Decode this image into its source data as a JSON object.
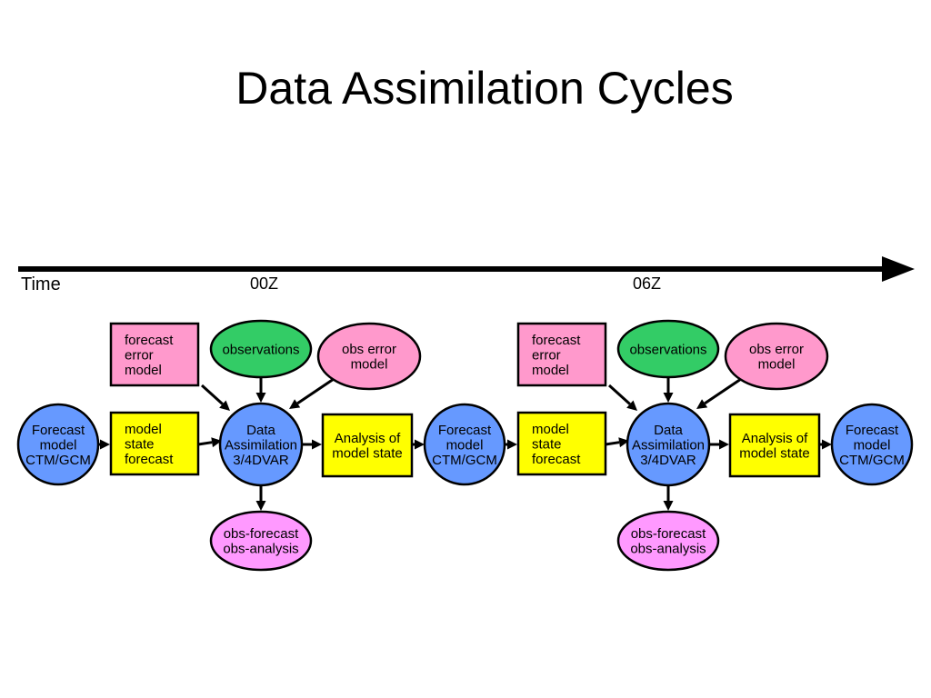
{
  "title": "Data Assimilation Cycles",
  "timeline": {
    "label": "Time",
    "marks": [
      "00Z",
      "06Z"
    ]
  },
  "colors": {
    "forecast_model": "#6699ff",
    "observations": "#33cc66",
    "error_model": "#ff99cc",
    "state_box": "#ffff00",
    "diagnostics": "#ff99ff",
    "outline": "#000000"
  },
  "nodes": {
    "forecast_model": [
      "Forecast",
      "model",
      "CTM/GCM"
    ],
    "forecast_error_model": [
      "forecast",
      "error",
      "model"
    ],
    "observations": [
      "observations"
    ],
    "obs_error_model": [
      "obs error",
      "model"
    ],
    "model_state_forecast": [
      "model",
      "state",
      "forecast"
    ],
    "data_assimilation": [
      "Data",
      "Assimilation",
      "3/4DVAR"
    ],
    "analysis": [
      "Analysis of",
      "model state"
    ],
    "diagnostics": [
      "obs-forecast",
      "obs-analysis"
    ]
  }
}
